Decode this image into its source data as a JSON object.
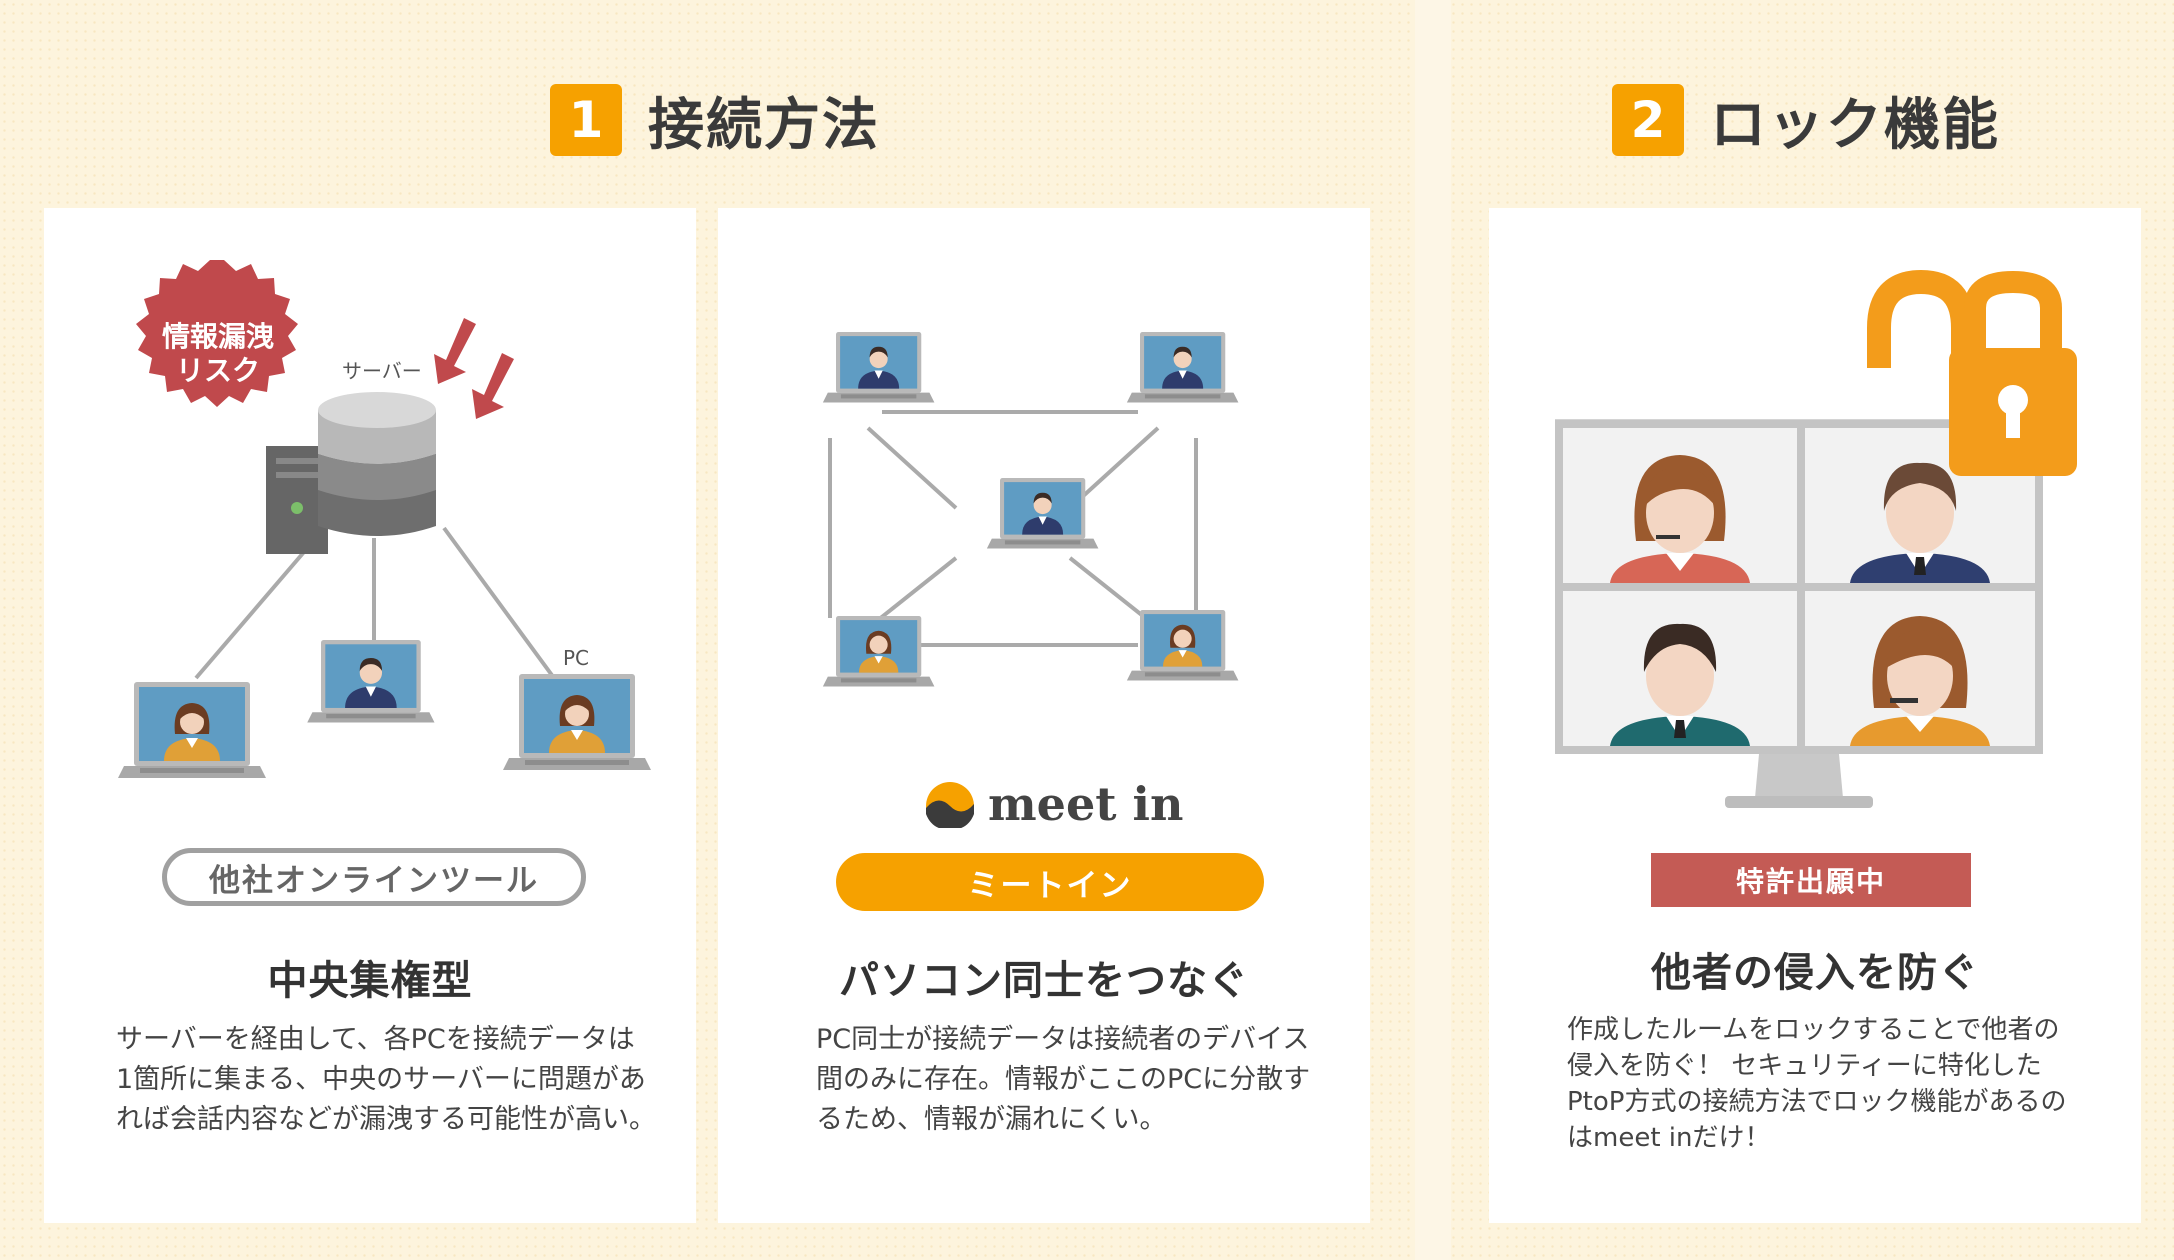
{
  "sections": [
    {
      "number": "1",
      "title": "接続方法"
    },
    {
      "number": "2",
      "title": "ロック機能"
    }
  ],
  "cards": [
    {
      "risk_line1": "情報漏洩",
      "risk_line2": "リスク",
      "server_label": "サーバー",
      "pc_label": "PC",
      "tag": "他社オンラインツール",
      "heading": "中央集権型",
      "desc": [
        "サーバーを経由して、各PCを接続データは",
        "1箇所に集まる、中央のサーバーに問題があ",
        "れば会話内容などが漏洩する可能性が高い。"
      ]
    },
    {
      "logo": "meet in",
      "tag": "ミートイン",
      "heading": "パソコン同士をつなぐ",
      "desc": [
        "PC同士が接続データは接続者のデバイス",
        "間のみに存在。情報がここのPCに分散す",
        "るため、情報が漏れにくい。"
      ]
    },
    {
      "tag": "特許出願中",
      "heading": "他者の侵入を防ぐ",
      "desc": [
        "作成したルームをロックすることで他者の",
        "侵入を防ぐ！ セキュリティーに特化した",
        "PtoP方式の接続方法でロック機能があるの",
        "はmeet inだけ！"
      ]
    }
  ],
  "colors": {
    "accent": "#f6a100",
    "risk": "#c0494c",
    "patent": "#c45b55",
    "pill_border": "#a0a0a0"
  },
  "icons": [
    "red-down-arrow-icon",
    "server-icon",
    "laptop-icon",
    "meet-in-logo-icon",
    "padlock-icon",
    "monitor-icon"
  ]
}
